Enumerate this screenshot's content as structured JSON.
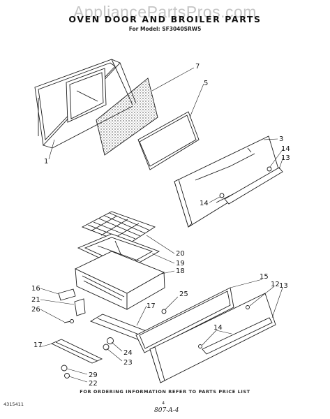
{
  "watermark": "AppliancePartsPros.com",
  "title": "OVEN DOOR AND BROILER PARTS",
  "model_line": "For Model: SF3040SRW5",
  "footer_note": "FOR ORDERING INFORMATION REFER TO PARTS PRICE LIST",
  "doc_number": "4315411",
  "page_number": "4",
  "signature": "807-A-4",
  "callouts": {
    "c1": "1",
    "c7": "7",
    "c5": "5",
    "c3": "3",
    "c14a": "14",
    "c13a": "13",
    "c14b": "14",
    "c20": "20",
    "c19": "19",
    "c18": "18",
    "c16": "16",
    "c21": "21",
    "c26": "26",
    "c25": "25",
    "c15": "15",
    "c12": "12",
    "c13b": "13",
    "c14c": "14",
    "c17a": "17",
    "c17b": "17",
    "c24": "24",
    "c23": "23",
    "c29": "29",
    "c22": "22"
  }
}
